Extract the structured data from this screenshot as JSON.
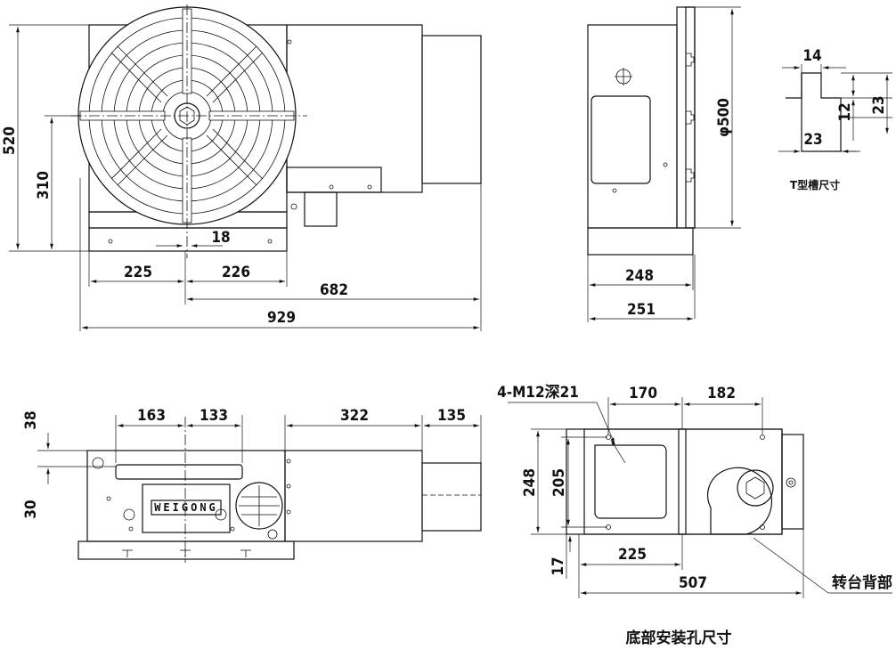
{
  "front_view": {
    "dims": {
      "height_total": "520",
      "center_height": "310",
      "slot_offset": "18",
      "left_span": "225",
      "right_span": "226",
      "center_to_right": "682",
      "overall_width": "929"
    }
  },
  "side_view": {
    "dims": {
      "table_diameter": "φ500",
      "base_depth_a": "248",
      "base_depth_b": "251"
    }
  },
  "t_slot_detail": {
    "dims": {
      "top_width": "14",
      "depth_total": "23",
      "neck_depth": "12",
      "bottom_width": "23"
    },
    "caption": "T型槽尺寸"
  },
  "bottom_view": {
    "logo": "WEIGONG",
    "dims": {
      "top_offset": "38",
      "lower_offset": "30",
      "span_a": "163",
      "span_b": "133",
      "span_c": "322",
      "span_d": "135"
    }
  },
  "base_mount_view": {
    "dims": {
      "holes_note": "4-M12深21",
      "span_left": "170",
      "span_right": "182",
      "height_outer": "248",
      "height_inner": "205",
      "bottom_offset": "17",
      "hole_spacing": "225",
      "overall_length": "507"
    },
    "back_label": "转台背部",
    "caption": "底部安装孔尺寸"
  }
}
